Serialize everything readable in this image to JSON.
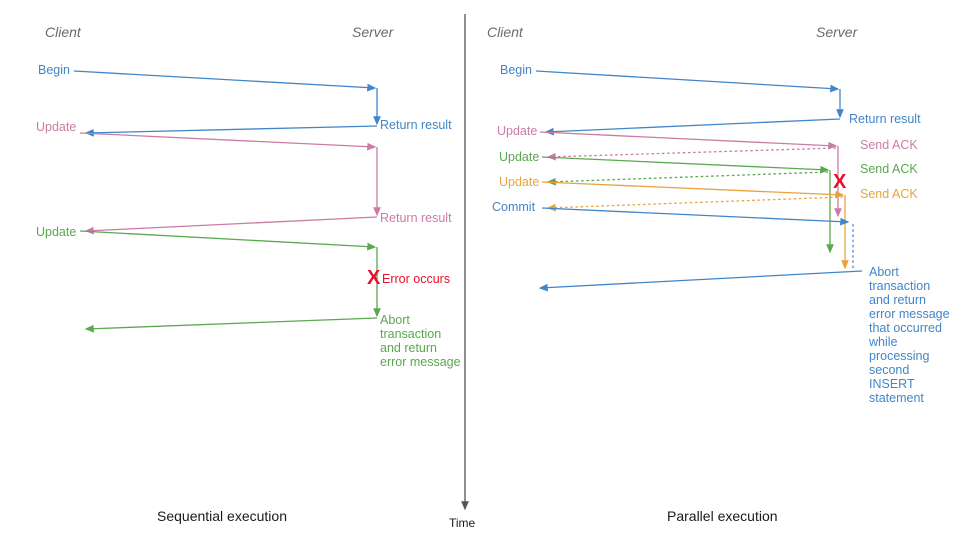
{
  "colors": {
    "blue": "#4285c8",
    "pink": "#cc7ba5",
    "green": "#5aa84f",
    "orange": "#e8a33d",
    "red": "#e8112d",
    "divider": "#555555",
    "lane_title": "#6b6b6b",
    "caption": "#1a1a1a"
  },
  "time_axis": {
    "label": "Time"
  },
  "left": {
    "caption": "Sequential execution",
    "client_lane": "Client",
    "server_lane": "Server",
    "messages": [
      {
        "label": "Begin",
        "color": "#4285c8",
        "side": "client"
      },
      {
        "label": "Return result",
        "color": "#4285c8",
        "side": "server"
      },
      {
        "label": "Update",
        "color": "#cc7ba5",
        "side": "client"
      },
      {
        "label": "Return result",
        "color": "#cc7ba5",
        "side": "server"
      },
      {
        "label": "Update",
        "color": "#5aa84f",
        "side": "client"
      },
      {
        "label": "Error occurs",
        "color": "#e8112d",
        "side": "server"
      },
      {
        "label": "Abort transaction and return error message",
        "color": "#5aa84f",
        "side": "server"
      }
    ],
    "abort_lines": [
      "Abort",
      "transaction",
      "and return",
      "error message"
    ],
    "error_text": "Error occurs",
    "error_marker": "X"
  },
  "right": {
    "caption": "Parallel execution",
    "client_lane": "Client",
    "server_lane": "Server",
    "messages": [
      {
        "label": "Begin",
        "color": "#4285c8",
        "side": "client"
      },
      {
        "label": "Return result",
        "color": "#4285c8",
        "side": "server"
      },
      {
        "label": "Update",
        "color": "#cc7ba5",
        "side": "client"
      },
      {
        "label": "Send ACK",
        "color": "#cc7ba5",
        "side": "server"
      },
      {
        "label": "Update",
        "color": "#5aa84f",
        "side": "client"
      },
      {
        "label": "Send ACK",
        "color": "#5aa84f",
        "side": "server"
      },
      {
        "label": "Update",
        "color": "#e8a33d",
        "side": "client"
      },
      {
        "label": "Send ACK",
        "color": "#e8a33d",
        "side": "server"
      },
      {
        "label": "Commit",
        "color": "#4285c8",
        "side": "client"
      }
    ],
    "abort_lines": [
      "Abort",
      "transaction",
      "and return",
      "error message",
      "that occurred",
      "while",
      "processing",
      "second",
      "INSERT",
      "statement"
    ],
    "error_marker": "X"
  }
}
